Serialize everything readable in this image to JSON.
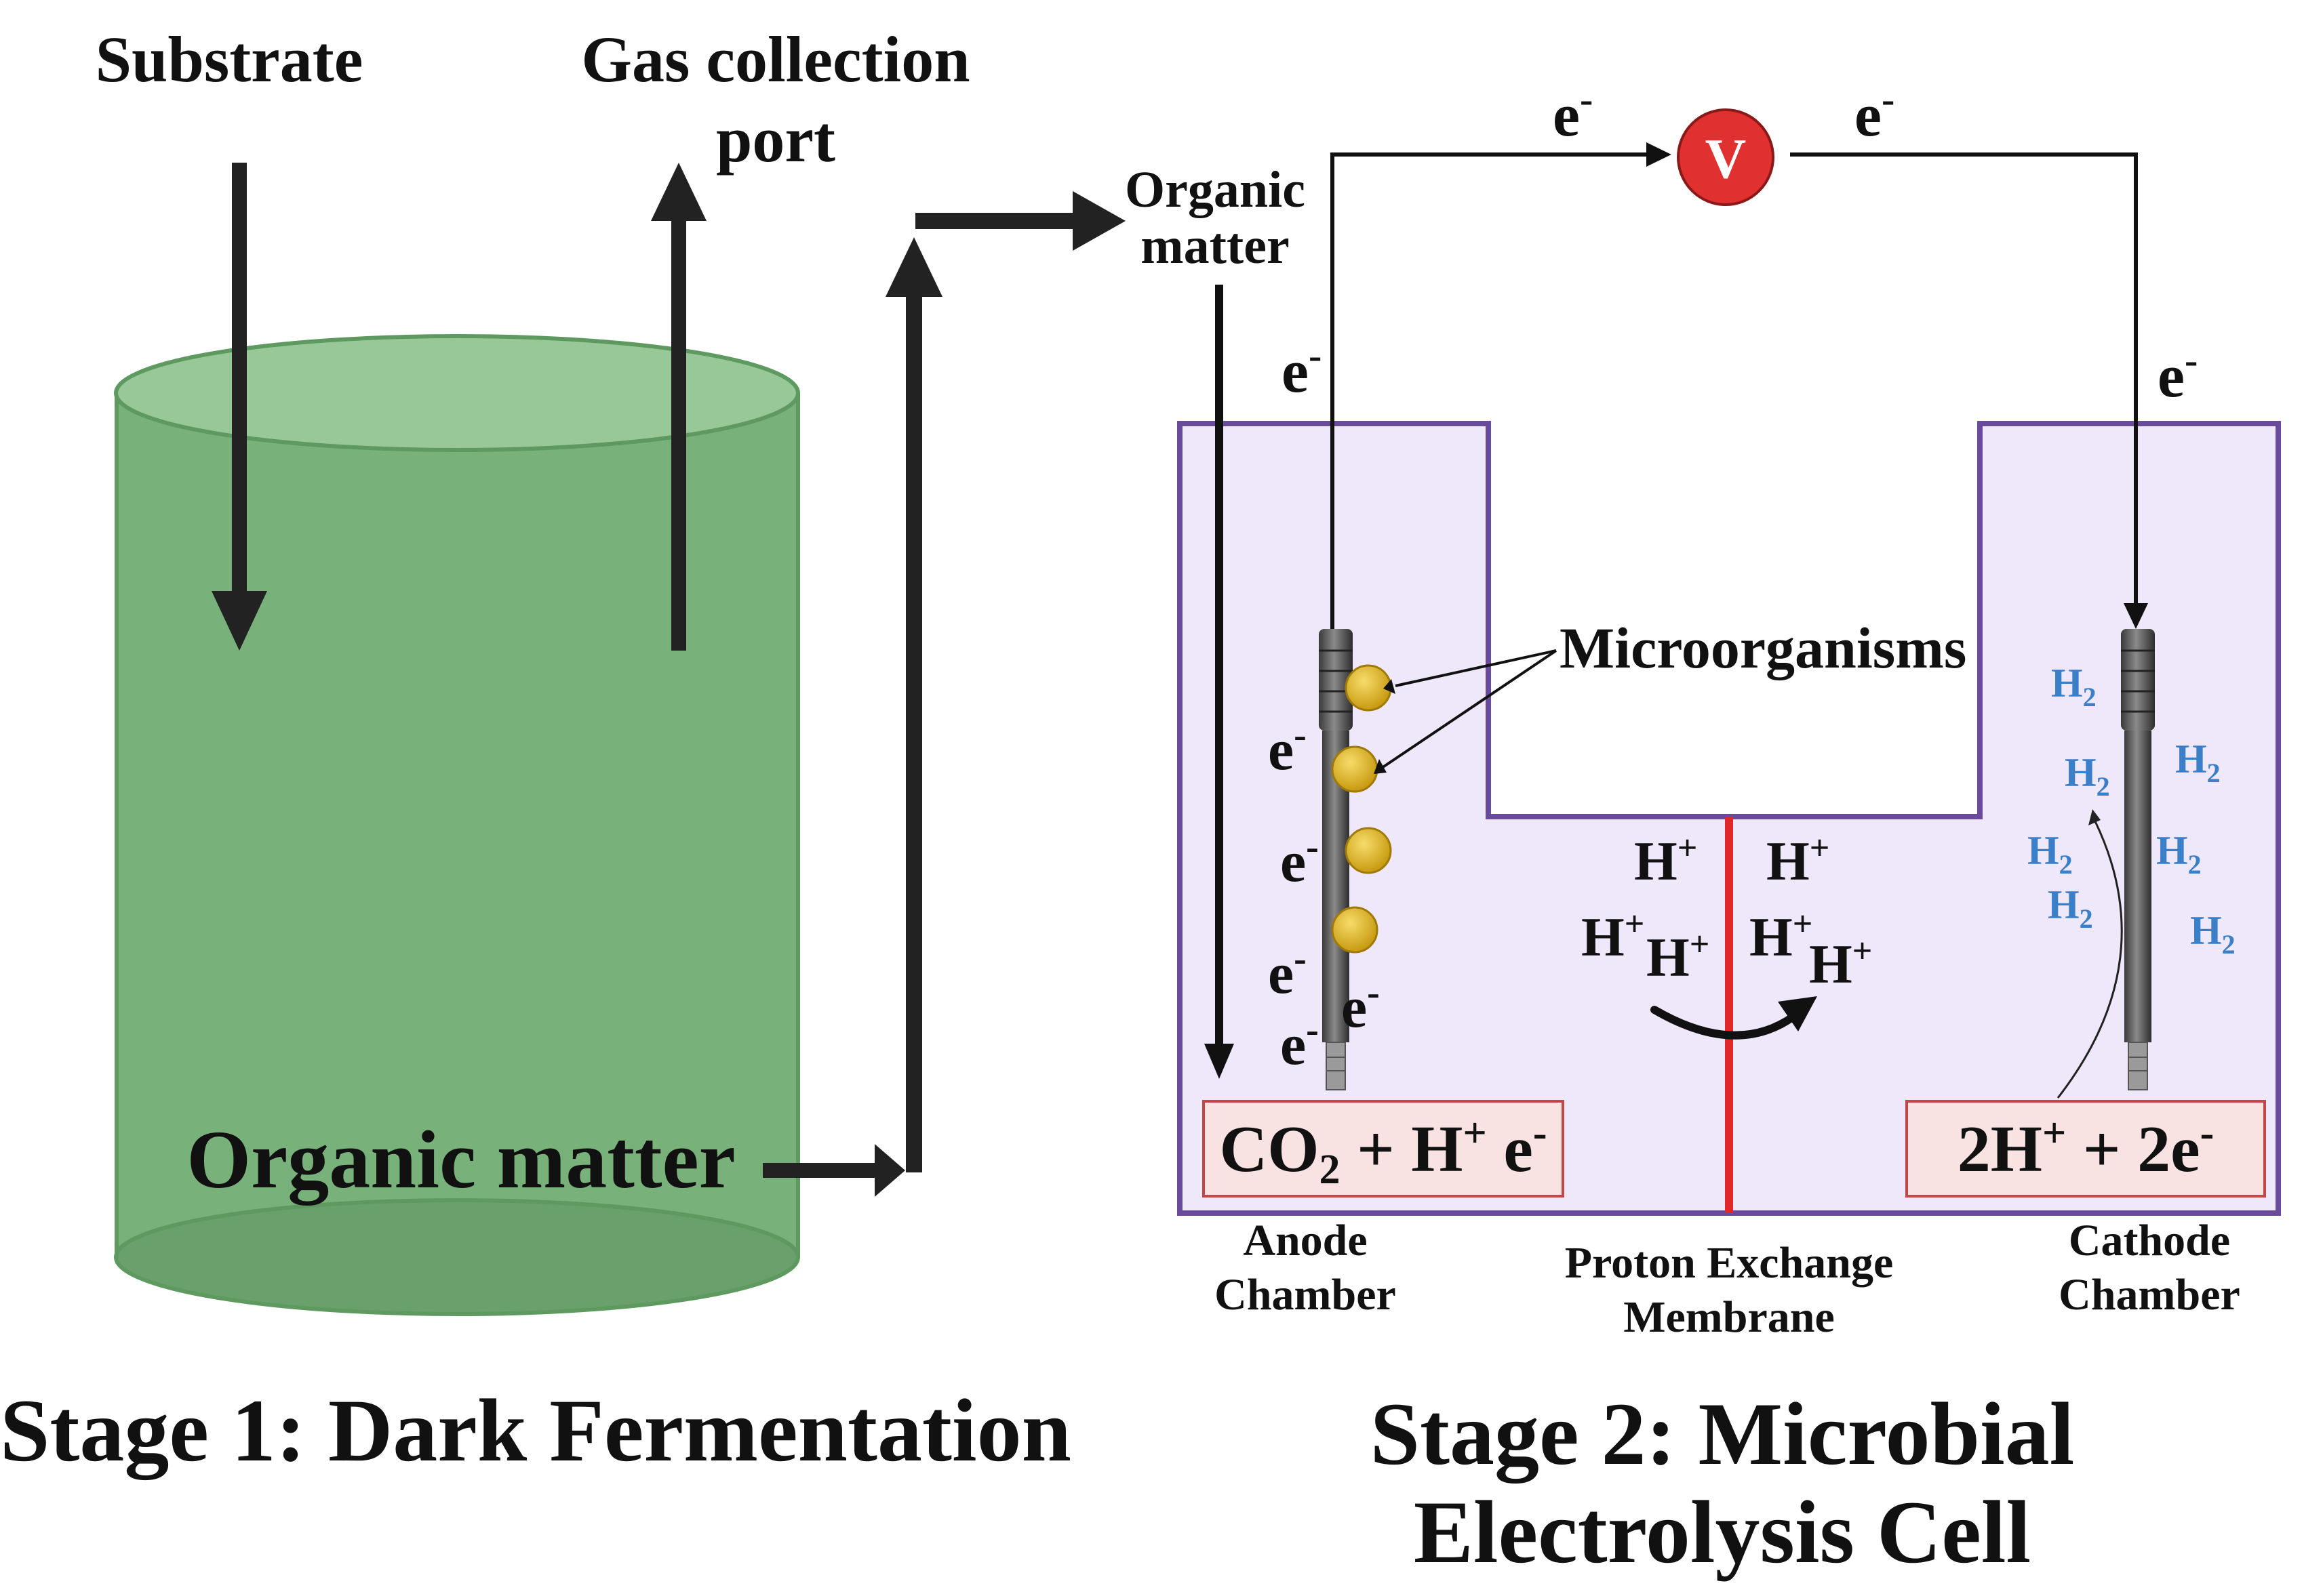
{
  "stage1": {
    "title": "Stage 1: Dark Fermentation",
    "substrate_label": "Substrate",
    "gas_label_line1": "Gas collection",
    "gas_label_line2": "port",
    "organic_matter_label": "Organic matter"
  },
  "stage2": {
    "title_line1": "Stage 2: Microbial",
    "title_line2": "Electrolysis Cell",
    "organic_matter_line1": "Organic",
    "organic_matter_line2": "matter",
    "voltmeter_label": "V",
    "electron": "e",
    "electron_charge": "-",
    "proton": "H",
    "proton_charge": "+",
    "microorganisms_label": "Microorganisms",
    "h2_label": "H",
    "h2_subscript": "2",
    "anode_reaction": {
      "co": "CO",
      "sub": "2",
      "plus1": " + H",
      "sup1": "+",
      "e": " e",
      "sup2": "-"
    },
    "cathode_reaction": {
      "a": "2H",
      "sup1": "+",
      "b": " + 2e",
      "sup2": "-"
    },
    "anode_label_line1": "Anode",
    "anode_label_line2": "Chamber",
    "membrane_label_line1": "Proton Exchange",
    "membrane_label_line2": "Membrane",
    "cathode_label_line1": "Cathode",
    "cathode_label_line2": "Chamber"
  },
  "colors": {
    "tank_body": "#78b27a",
    "tank_top": "#98c898",
    "tank_edge": "#5e9a60",
    "chamber_fill": "#efe8fa",
    "chamber_border": "#6a4a9a",
    "membrane": "#e0282a",
    "voltmeter": "#e03030",
    "reaction_box_fill": "#f9e2e2",
    "reaction_box_border": "#c04848",
    "microbe": "#e8b820",
    "h2_text": "#3a7fc8"
  }
}
